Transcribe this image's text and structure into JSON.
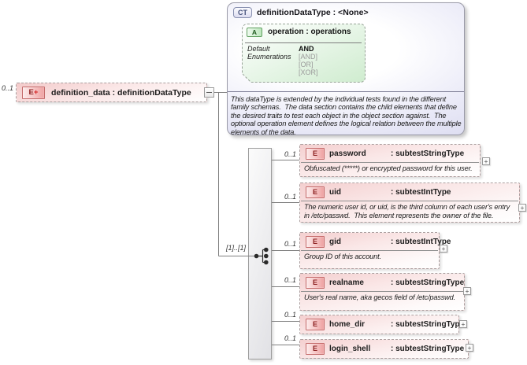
{
  "root_element": {
    "cardinality": "0..1",
    "badge": "E",
    "badge_modifier": "+",
    "label": "definition_data : definitionDataType"
  },
  "complex_type": {
    "badge": "CT",
    "title": "definitionDataType : <None>",
    "attribute": {
      "badge": "A",
      "title": "operation : operations",
      "rows": [
        {
          "label": "Default",
          "value": "AND"
        },
        {
          "label": "Enumerations",
          "value": "[AND]"
        },
        {
          "label": "",
          "value": "[OR]"
        },
        {
          "label": "",
          "value": "[XOR]"
        }
      ]
    },
    "description": "This dataType is extended by the individual tests found in the different family schemas.  The data section contains the child elements that define the desired traits to test each object in the object section against.  The optional operation element defines the logical relation between the multiple elements of the data."
  },
  "sequence_group": {
    "cardinality": "[1]..[1]"
  },
  "children": [
    {
      "cardinality": "0..1",
      "badge": "E",
      "name": "password",
      "type_label": ": subtestStringType",
      "description": "Obfuscated (*****) or encrypted password for this user.",
      "expand_glyph": "+"
    },
    {
      "cardinality": "0..1",
      "badge": "E",
      "name": "uid",
      "type_label": ": subtestIntType",
      "description": "The numeric user id, or uid, is the third column of each user's entry in /etc/passwd.  This element represents the owner of the file.",
      "expand_glyph": "+"
    },
    {
      "cardinality": "0..1",
      "badge": "E",
      "name": "gid",
      "type_label": ": subtestIntType",
      "description": "Group ID of this account.",
      "expand_glyph": "+"
    },
    {
      "cardinality": "0..1",
      "badge": "E",
      "name": "realname",
      "type_label": ": subtestStringType",
      "description": "User's real name, aka gecos field of /etc/passwd.",
      "expand_glyph": "+"
    },
    {
      "cardinality": "0..1",
      "badge": "E",
      "name": "home_dir",
      "type_label": ": subtestStringType",
      "description": "",
      "expand_glyph": "+"
    },
    {
      "cardinality": "0..1",
      "badge": "E",
      "name": "login_shell",
      "type_label": ": subtestStringType",
      "description": "",
      "expand_glyph": "+"
    }
  ],
  "colors": {
    "element_fill": "#f4cfcf",
    "element_badge_border": "#c46a6a",
    "attribute_fill": "#d8f2d8",
    "complex_type_fill": "#d3d3ec",
    "connector": "#7f7f7f"
  }
}
